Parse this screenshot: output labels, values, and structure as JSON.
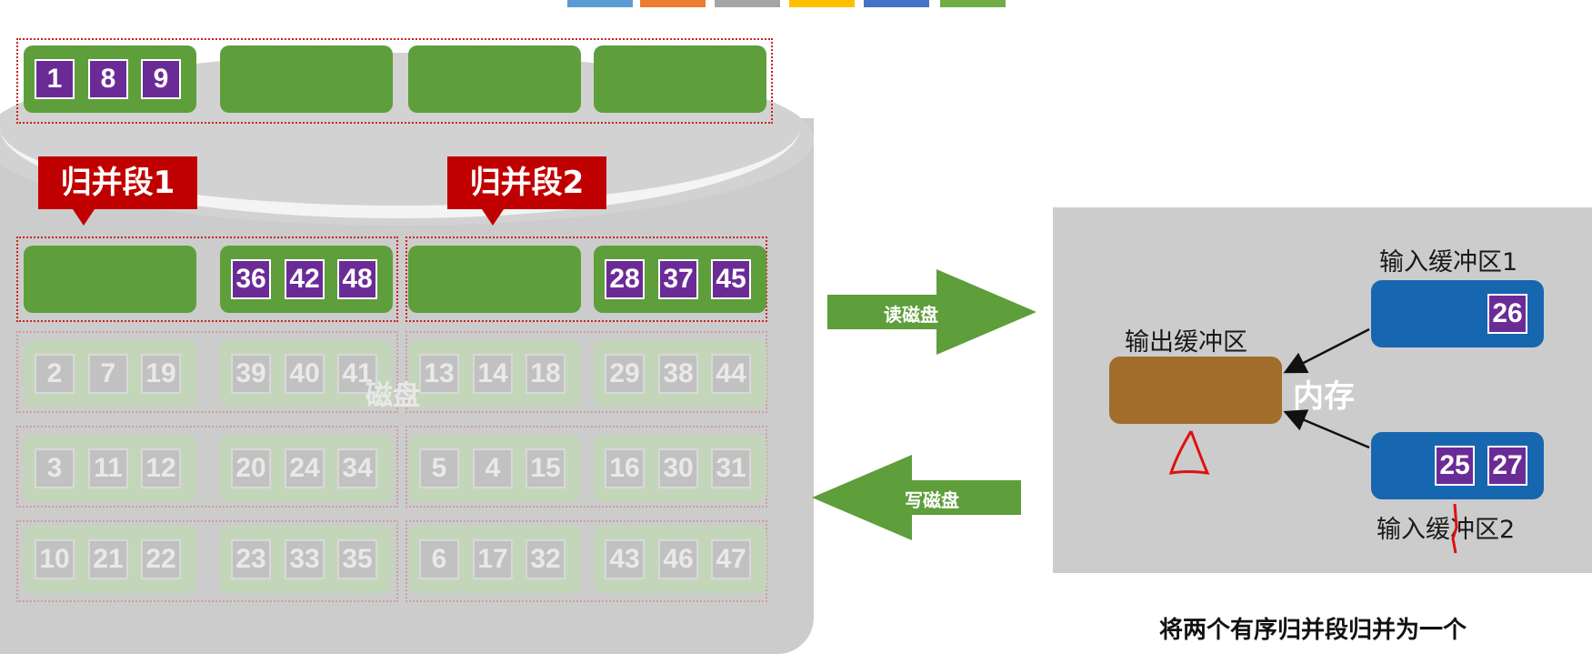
{
  "top_strip_colors": [
    "#5b9bd5",
    "#ed7d31",
    "#a5a5a5",
    "#ffc000",
    "#4472c4",
    "#70ad47"
  ],
  "disk": {
    "label": "磁盘",
    "row0": [
      [
        "1",
        "8",
        "9"
      ],
      [],
      [],
      []
    ],
    "row1": [
      [],
      [
        "36",
        "42",
        "48"
      ],
      [],
      [
        "28",
        "37",
        "45"
      ]
    ],
    "faded_rows": [
      [
        [
          "2",
          "7",
          "19"
        ],
        [
          "39",
          "40",
          "41"
        ],
        [
          "13",
          "14",
          "18"
        ],
        [
          "29",
          "38",
          "44"
        ]
      ],
      [
        [
          "3",
          "11",
          "12"
        ],
        [
          "20",
          "24",
          "34"
        ],
        [
          "5",
          "4",
          "15"
        ],
        [
          "16",
          "30",
          "31"
        ]
      ],
      [
        [
          "10",
          "21",
          "22"
        ],
        [
          "23",
          "33",
          "35"
        ],
        [
          "6",
          "17",
          "32"
        ],
        [
          "43",
          "46",
          "47"
        ]
      ]
    ]
  },
  "callouts": {
    "seg1": "归并段1",
    "seg2": "归并段2"
  },
  "arrows": {
    "read": "读磁盘",
    "write": "写磁盘"
  },
  "memory": {
    "label": "内存",
    "output_buffer": "输出缓冲区",
    "input_buffer_1": {
      "label": "输入缓冲区1",
      "values": [
        "26"
      ]
    },
    "input_buffer_2": {
      "label": "输入缓冲区2",
      "values": [
        "25",
        "27"
      ]
    }
  },
  "caption": "将两个有序归并段归并为一个",
  "colors": {
    "green": "#5e9e3b",
    "purple": "#6b2b97",
    "red": "#c00000",
    "blue": "#1766b0",
    "brown": "#a26c2a"
  }
}
